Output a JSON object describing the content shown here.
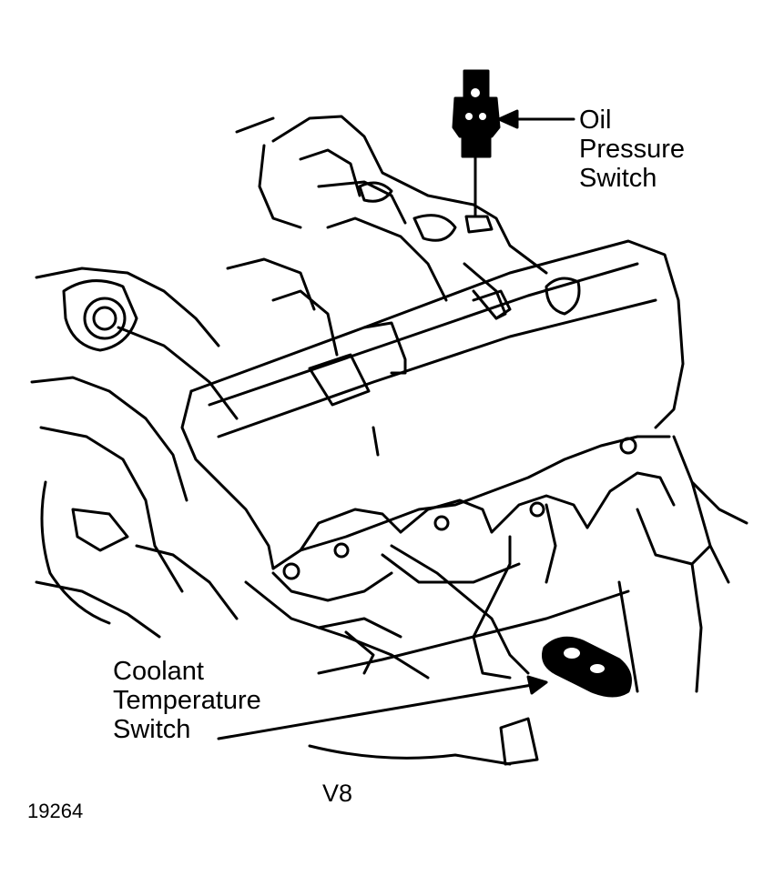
{
  "labels": {
    "oil_pressure_switch": [
      "Oil",
      "Pressure",
      "Switch"
    ],
    "coolant_temperature_switch": [
      "Coolant",
      "Temperature",
      "Switch"
    ],
    "engine": "V8",
    "figure_number": "19264"
  },
  "colors": {
    "ink": "#000000",
    "paper": "#ffffff"
  }
}
